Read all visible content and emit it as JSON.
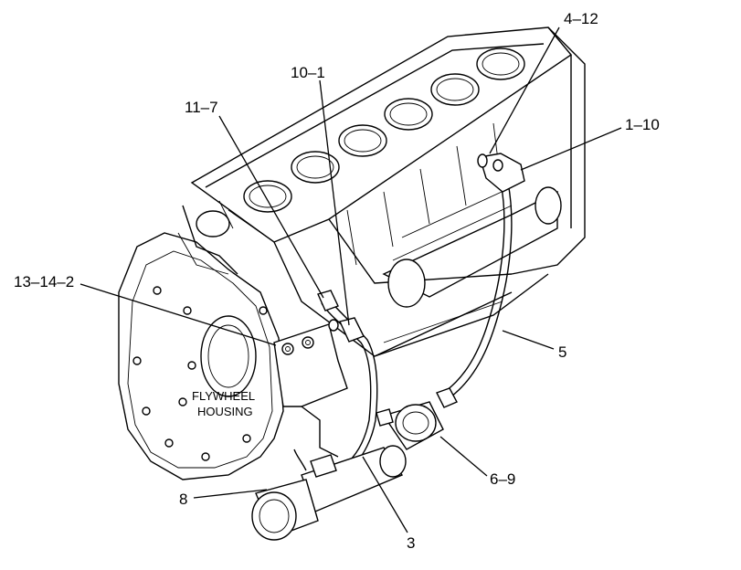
{
  "callouts": {
    "c_4_12": "4–12",
    "c_10_1": "10–1",
    "c_11_7": "11–7",
    "c_1_10": "1–10",
    "c_13_14_2": "13–14–2",
    "c_5": "5",
    "c_6_9": "6–9",
    "c_8": "8",
    "c_3": "3"
  },
  "labels": {
    "housing_line1": "FLYWHEEL",
    "housing_line2": "HOUSING"
  },
  "colors": {
    "line": "#000000",
    "background": "#ffffff"
  }
}
